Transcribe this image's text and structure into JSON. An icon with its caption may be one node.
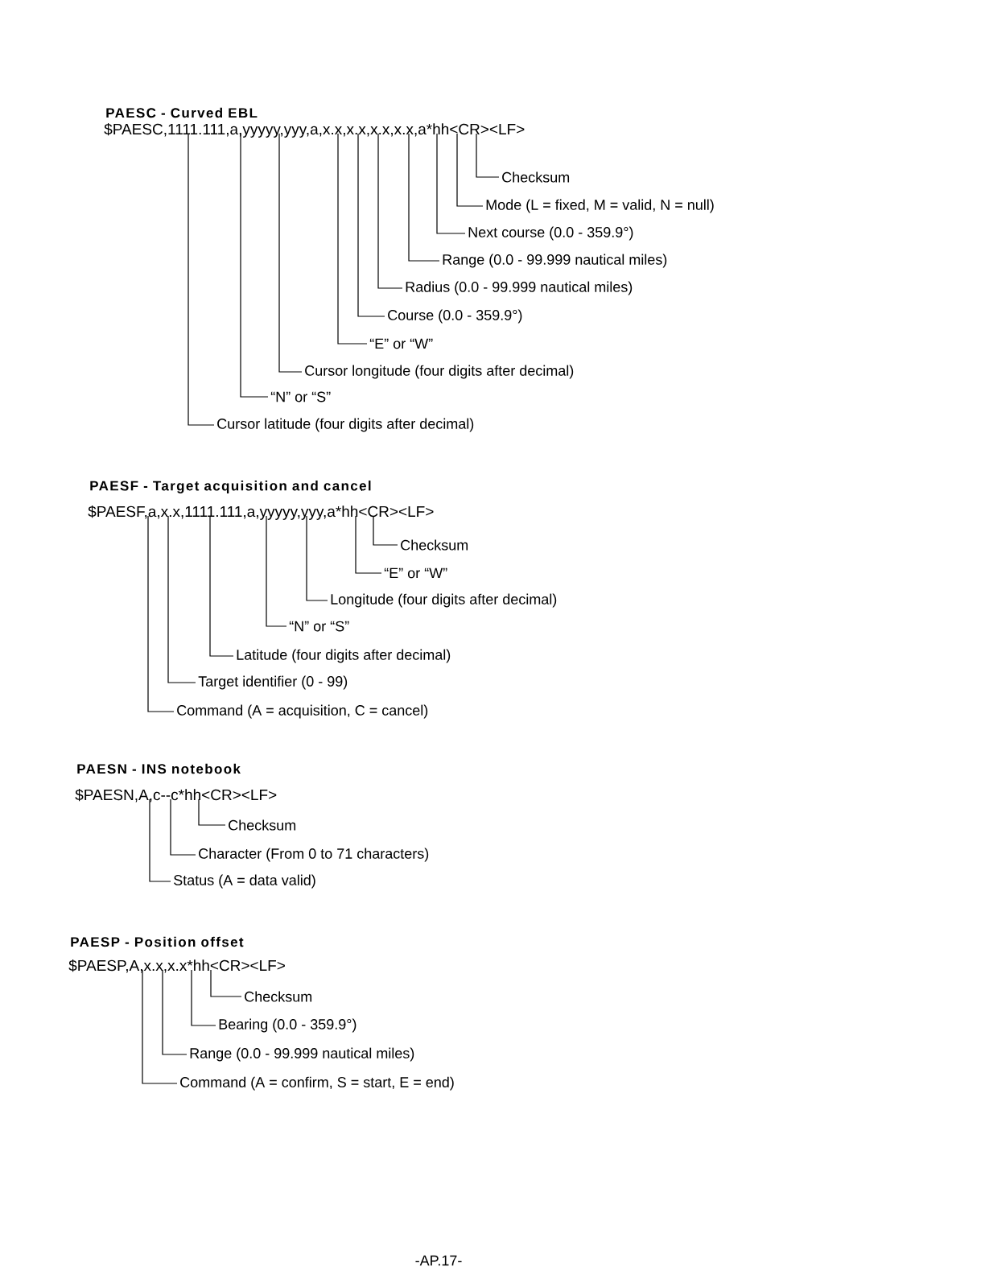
{
  "diagram": {
    "nodes": [
      {
        "text": [
          "$PAESC,1111.111,a,yyyyy,yyy,a,x.x,x.x,x.x,x.x,a*hh<CR><LF>"
        ]
      },
      {
        "text": [
          "Checksum"
        ]
      },
      {
        "text": [
          "Mode (L = fixed, M = valid, N = null)"
        ]
      },
      {
        "text": [
          "Next course (0.0 - 359.9°)"
        ]
      },
      {
        "text": [
          "Range (0.0 - 99.999 nautical miles)"
        ]
      },
      {
        "text": [
          "Radius (0.0 - 99.999 nautical miles)"
        ]
      },
      {
        "text": [
          "Course (0.0 - 359.9°)"
        ]
      },
      {
        "text": [
          "“E” or “W”"
        ]
      },
      {
        "text": [
          "Cursor longitude (four digits after decimal)"
        ]
      },
      {
        "text": [
          "“N” or “S”"
        ]
      },
      {
        "text": [
          "Cursor latitude (four digits after decimal)"
        ]
      },
      {
        "text": [
          "$PAESF,a,x.x,1111.111,a,yyyyy,yyy,a*hh<CR><LF>"
        ]
      },
      {
        "text": [
          "Checksum"
        ]
      },
      {
        "text": [
          "“E” or “W”"
        ]
      },
      {
        "text": [
          "Longitude (four digits after decimal)"
        ]
      },
      {
        "text": [
          "“N” or “S”"
        ]
      },
      {
        "text": [
          "Latitude (four digits after decimal)"
        ]
      },
      {
        "text": [
          "Target identifier (0 - 99)"
        ]
      },
      {
        "text": [
          "Command (A = acquisition, C = cancel)"
        ]
      },
      {
        "text": [
          "$PAESN,A,c--c*hh<CR><LF>"
        ]
      },
      {
        "text": [
          "Checksum"
        ]
      },
      {
        "text": [
          "Character (From 0 to 71 characters)"
        ]
      },
      {
        "text": [
          "Status (A = data valid)"
        ]
      },
      {
        "text": [
          "$PAESP,A,x.x,x.x*hh<CR><LF>"
        ]
      },
      {
        "text": [
          "Checksum"
        ]
      },
      {
        "text": [
          "Bearing (0.0 - 359.9°)"
        ]
      },
      {
        "text": [
          "Range (0.0 - 99.999 nautical miles)"
        ]
      },
      {
        "text": [
          "Command (A = confirm, S = start, E = end)"
        ]
      }
    ],
    "edges": [
      {
        "from": 0,
        "to": 1,
        "arrow": "none"
      },
      {
        "from": 0,
        "to": 2,
        "arrow": "none"
      },
      {
        "from": 0,
        "to": 3,
        "arrow": "none"
      },
      {
        "from": 0,
        "to": 4,
        "arrow": "none"
      },
      {
        "from": 0,
        "to": 5,
        "arrow": "none"
      },
      {
        "from": 0,
        "to": 6,
        "arrow": "none"
      },
      {
        "from": 0,
        "to": 7,
        "arrow": "none"
      },
      {
        "from": 0,
        "to": 8,
        "arrow": "none"
      },
      {
        "from": 0,
        "to": 9,
        "arrow": "none"
      },
      {
        "from": 0,
        "to": 10,
        "arrow": "none"
      },
      {
        "from": 11,
        "to": 12,
        "arrow": "none"
      },
      {
        "from": 11,
        "to": 13,
        "arrow": "none"
      },
      {
        "from": 11,
        "to": 14,
        "arrow": "none"
      },
      {
        "from": 11,
        "to": 15,
        "arrow": "none"
      },
      {
        "from": 11,
        "to": 16,
        "arrow": "none"
      },
      {
        "from": 11,
        "to": 17,
        "arrow": "none"
      },
      {
        "from": 11,
        "to": 18,
        "arrow": "none"
      },
      {
        "from": 19,
        "to": 20,
        "arrow": "none"
      },
      {
        "from": 19,
        "to": 21,
        "arrow": "none"
      },
      {
        "from": 19,
        "to": 22,
        "arrow": "none"
      },
      {
        "from": 23,
        "to": 24,
        "arrow": "none"
      },
      {
        "from": 23,
        "to": 25,
        "arrow": "none"
      },
      {
        "from": 23,
        "to": 26,
        "arrow": "none"
      },
      {
        "from": 23,
        "to": 27,
        "arrow": "none"
      }
    ],
    "labels": [
      "PAESC - Curved EBL",
      "PAESF - Target acquisition and cancel",
      "PAESN - INS notebook",
      "PAESP - Position offset",
      "-AP.17-"
    ]
  }
}
